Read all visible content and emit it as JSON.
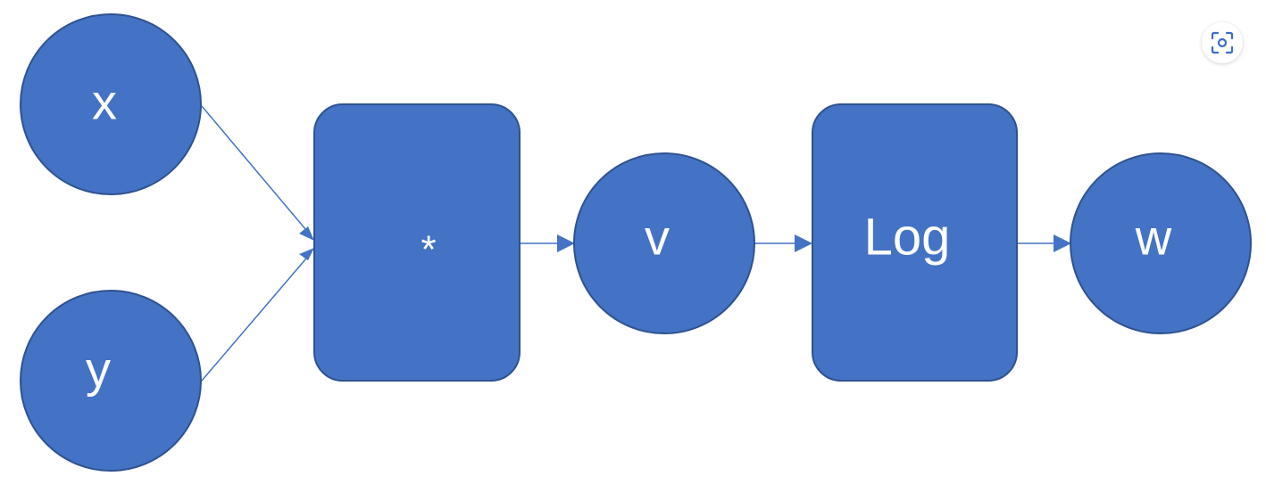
{
  "colors": {
    "node_fill": "#4472c4",
    "node_stroke": "#2f528f",
    "edge": "#4472c4",
    "label": "#ffffff"
  },
  "nodes": {
    "x": "x",
    "y": "y",
    "multiply": "*",
    "v": "v",
    "log": "Log",
    "w": "w"
  },
  "toolbar": {
    "scan_icon": "scan-icon"
  }
}
